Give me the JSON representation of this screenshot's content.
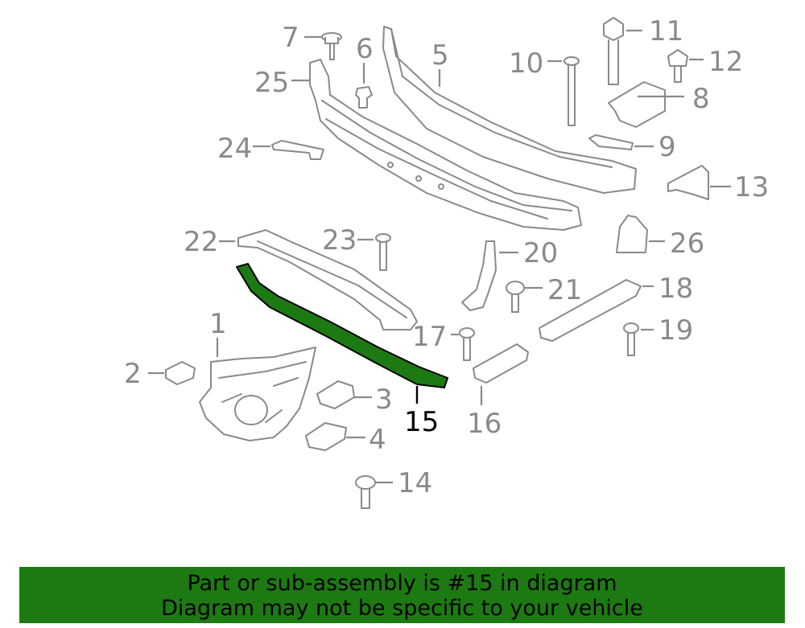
{
  "diagram": {
    "labels": {
      "p1": "1",
      "p2": "2",
      "p3": "3",
      "p4": "4",
      "p5": "5",
      "p6": "6",
      "p7": "7",
      "p8": "8",
      "p9": "9",
      "p10": "10",
      "p11": "11",
      "p12": "12",
      "p13": "13",
      "p14": "14",
      "p15": "15",
      "p16": "16",
      "p17": "17",
      "p18": "18",
      "p19": "19",
      "p20": "20",
      "p21": "21",
      "p22": "22",
      "p23": "23",
      "p24": "24",
      "p25": "25",
      "p26": "26"
    },
    "highlight_color": "#1d7a12",
    "part_color": "#8a8a8a"
  },
  "banner": {
    "line1": "Part or sub-assembly is #15 in diagram",
    "line2": "Diagram may not be specific to your vehicle",
    "background": "#1d7a12"
  }
}
